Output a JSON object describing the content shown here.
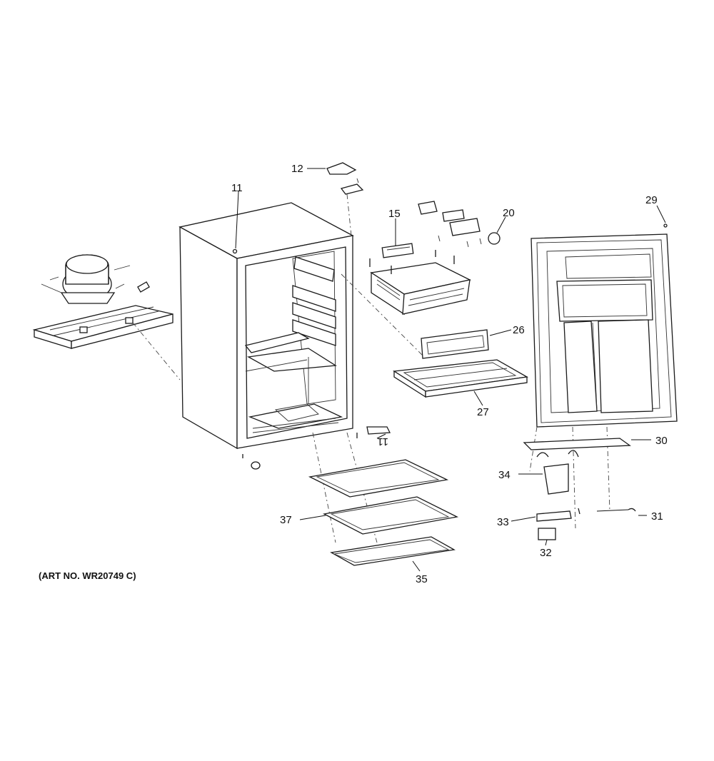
{
  "art_number": "(ART NO. WR20749 C)",
  "callouts": {
    "c11": "11",
    "c12": "12",
    "c15": "15",
    "c20": "20",
    "c26": "26",
    "c27": "27",
    "c29": "29",
    "c30": "30",
    "c31": "31",
    "c32": "32",
    "c33": "33",
    "c34": "34",
    "c35": "35",
    "c37": "37",
    "c11b": "11"
  }
}
